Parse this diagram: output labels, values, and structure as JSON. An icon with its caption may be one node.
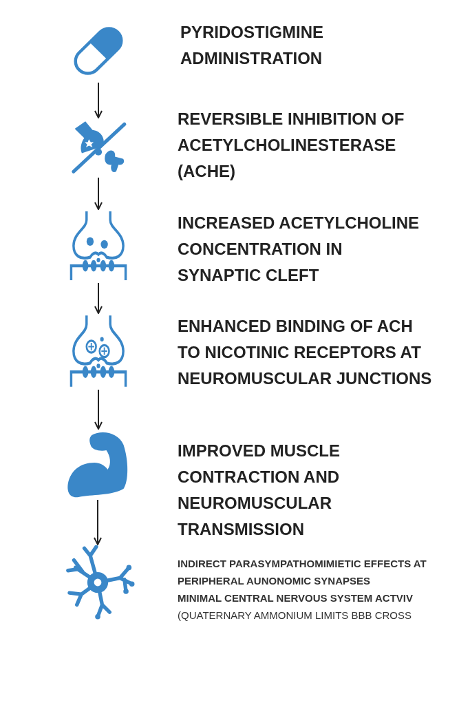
{
  "diagram": {
    "nodes": [
      {
        "text": [],
        "shape": "picture",
        "beside": [
          "PYRIDOSTIGMINE ADMINISTRATION"
        ]
      },
      {
        "text": [],
        "shape": "picture",
        "beside": [
          "REVERSIBLE INHIBITION OF ACETYLCHOLINESTERASE (ACHE)"
        ]
      },
      {
        "text": [],
        "shape": "picture",
        "beside": [
          "INCREASED ACETYLCHOLINE CONCENTRATION IN SYNAPTIC CLEFT"
        ]
      },
      {
        "text": [],
        "shape": "picture",
        "beside": [
          "ENHANCED BINDING OF ACH TO NICOTINIC RECEPTORS AT NEUROMUSCULAR JUNCTIONS"
        ]
      },
      {
        "text": [],
        "shape": "picture",
        "beside": [
          "IMPROVED MUSCLE CONTRACTION AND NEUROMUSCULAR TRANSMISSION"
        ]
      },
      {
        "text": [],
        "shape": "picture",
        "beside": [
          "INDIRECT PARASYMPATHOMIMIETIC EFFECTS AT PERIPHERAL AUNONOMIC SYNAPSES",
          "MINIMAL CENTRAL NERVOUS SYSTEM ACTVIV",
          "(QUATERNARY AMMONIUM LIMITS BBB CROSS"
        ]
      }
    ],
    "edges": [
      {
        "from": 0,
        "to": 1,
        "arrow": "to"
      },
      {
        "from": 1,
        "to": 2,
        "arrow": "to"
      },
      {
        "from": 2,
        "to": 3,
        "arrow": "to"
      },
      {
        "from": 3,
        "to": 4,
        "arrow": "to"
      },
      {
        "from": 4,
        "to": 5,
        "arrow": "to"
      }
    ]
  }
}
